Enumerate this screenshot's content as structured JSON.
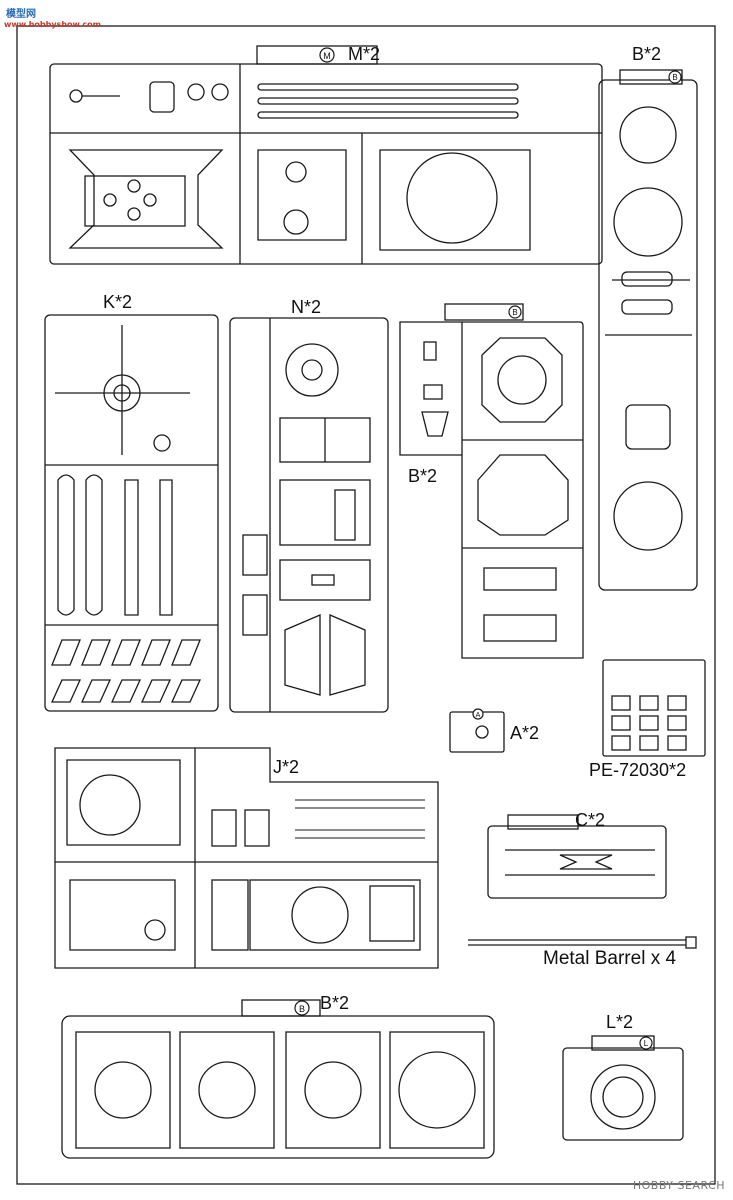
{
  "watermark": {
    "site_cn": "模型网",
    "site_url": "www.hobbyshow.com"
  },
  "sprues": {
    "M": "M*2",
    "B_top": "B*2",
    "K": "K*2",
    "N": "N*2",
    "B_mid": "B*2",
    "A": "A*2",
    "PE": "PE-72030*2",
    "J": "J*2",
    "C": "C*2",
    "metal": "Metal Barrel x 4",
    "B_bottom": "B*2",
    "L": "L*2"
  },
  "frame_letters": {
    "M": "M",
    "B": "B",
    "A": "A",
    "L": "L"
  },
  "brand": "HOBBY SEARCH",
  "colors": {
    "line": "#1a1a1a",
    "label": "#111111"
  }
}
